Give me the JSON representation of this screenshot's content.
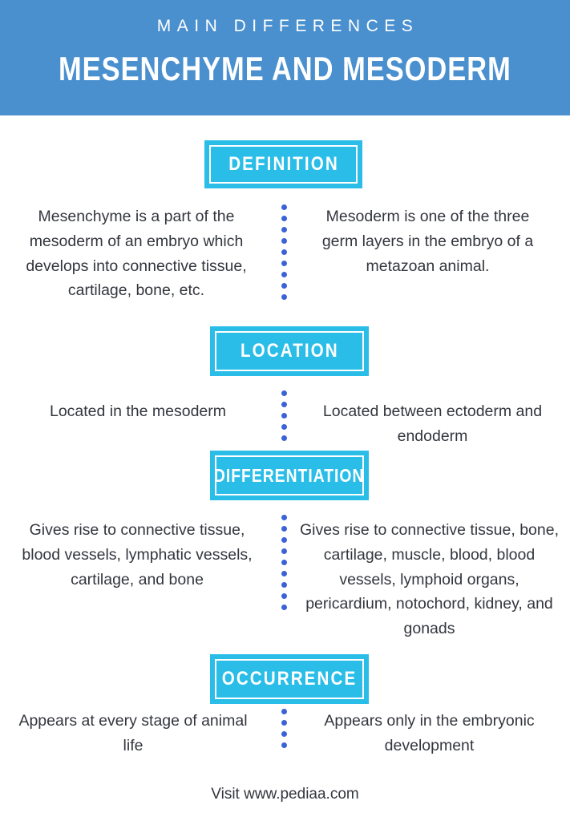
{
  "header": {
    "kicker": "MAIN DIFFERENCES",
    "title": "MESENCHYME AND MESODERM",
    "background_color": "#4a90cf",
    "text_color": "#ffffff"
  },
  "theme": {
    "badge_color": "#29bde8",
    "badge_border_color": "#ffffff",
    "divider_dot_color": "#3b62d6",
    "body_text_color": "#33363d",
    "page_background": "#ffffff"
  },
  "sections": [
    {
      "badge": "DEFINITION",
      "left": "Mesenchyme is a part of the mesoderm of an embryo which develops into connective tissue, cartilage, bone, etc.",
      "right": "Mesoderm is one of the three germ layers in the embryo of a metazoan animal.",
      "divider_dots": 9
    },
    {
      "badge": "LOCATION",
      "left": "Located in the mesoderm",
      "right": "Located between ectoderm and endoderm",
      "divider_dots": 5
    },
    {
      "badge": "DIFFERENTIATION",
      "left": "Gives rise to connective tissue, blood vessels, lymphatic vessels, cartilage, and bone",
      "right": "Gives rise to connective tissue, bone, cartilage, muscle, blood, blood vessels, lymphoid organs, pericardium, notochord,  kidney, and gonads",
      "divider_dots": 9
    },
    {
      "badge": "OCCURRENCE",
      "left": "Appears at every stage of animal life",
      "right": "Appears only in the embryonic development",
      "divider_dots": 4
    }
  ],
  "footer": {
    "text": "Visit www.pediaa.com"
  }
}
